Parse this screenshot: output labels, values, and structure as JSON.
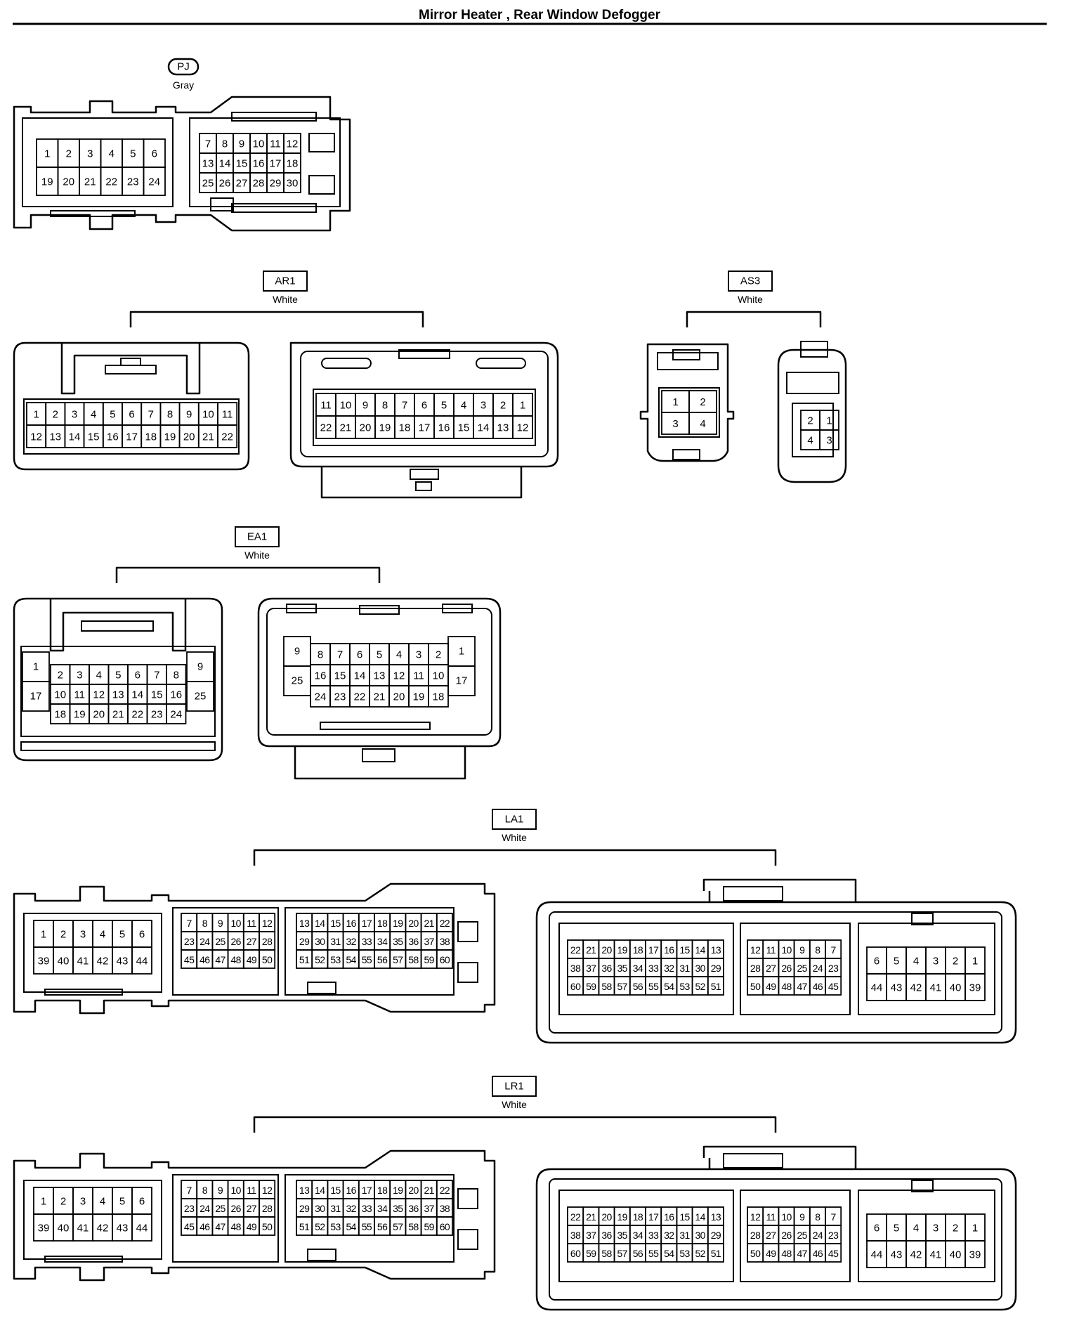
{
  "title": "Mirror Heater , Rear Window Defogger",
  "connectors": [
    {
      "code": "PJ",
      "color": "Gray"
    },
    {
      "code": "AR1",
      "color": "White"
    },
    {
      "code": "AS3",
      "color": "White"
    },
    {
      "code": "EA1",
      "color": "White"
    },
    {
      "code": "LA1",
      "color": "White"
    },
    {
      "code": "LR1",
      "color": "White"
    }
  ],
  "pin_layouts": {
    "PJ": {
      "left_block": [
        [
          "1",
          "2",
          "3",
          "4",
          "5",
          "6"
        ],
        [
          "19",
          "20",
          "21",
          "22",
          "23",
          "24"
        ]
      ],
      "right_block": [
        [
          "7",
          "8",
          "9",
          "10",
          "11",
          "12"
        ],
        [
          "13",
          "14",
          "15",
          "16",
          "17",
          "18"
        ],
        [
          "25",
          "26",
          "27",
          "28",
          "29",
          "30"
        ]
      ]
    },
    "AR1": {
      "male": [
        [
          "1",
          "2",
          "3",
          "4",
          "5",
          "6",
          "7",
          "8",
          "9",
          "10",
          "11"
        ],
        [
          "12",
          "13",
          "14",
          "15",
          "16",
          "17",
          "18",
          "19",
          "20",
          "21",
          "22"
        ]
      ],
      "female": [
        [
          "11",
          "10",
          "9",
          "8",
          "7",
          "6",
          "5",
          "4",
          "3",
          "2",
          "1"
        ],
        [
          "22",
          "21",
          "20",
          "19",
          "18",
          "17",
          "16",
          "15",
          "14",
          "13",
          "12"
        ]
      ]
    },
    "AS3": {
      "male": [
        [
          "1",
          "2"
        ],
        [
          "3",
          "4"
        ]
      ],
      "female": [
        [
          "2",
          "1"
        ],
        [
          "4",
          "3"
        ]
      ]
    },
    "EA1": {
      "male_left": [
        "1",
        "17"
      ],
      "male_grid": [
        [
          "2",
          "3",
          "4",
          "5",
          "6",
          "7",
          "8"
        ],
        [
          "10",
          "11",
          "12",
          "13",
          "14",
          "15",
          "16"
        ],
        [
          "18",
          "19",
          "20",
          "21",
          "22",
          "23",
          "24"
        ]
      ],
      "male_right": [
        "9",
        "25"
      ],
      "female_left": [
        "9",
        "25"
      ],
      "female_grid": [
        [
          "8",
          "7",
          "6",
          "5",
          "4",
          "3",
          "2"
        ],
        [
          "16",
          "15",
          "14",
          "13",
          "12",
          "11",
          "10"
        ],
        [
          "24",
          "23",
          "22",
          "21",
          "20",
          "19",
          "18"
        ]
      ],
      "female_right": [
        "1",
        "17"
      ]
    },
    "LA1": {
      "male_a": [
        [
          "1",
          "2",
          "3",
          "4",
          "5",
          "6"
        ],
        [
          "39",
          "40",
          "41",
          "42",
          "43",
          "44"
        ]
      ],
      "male_b": [
        [
          "7",
          "8",
          "9",
          "10",
          "11",
          "12"
        ],
        [
          "23",
          "24",
          "25",
          "26",
          "27",
          "28"
        ],
        [
          "45",
          "46",
          "47",
          "48",
          "49",
          "50"
        ]
      ],
      "male_c": [
        [
          "13",
          "14",
          "15",
          "16",
          "17",
          "18",
          "19",
          "20",
          "21",
          "22"
        ],
        [
          "29",
          "30",
          "31",
          "32",
          "33",
          "34",
          "35",
          "36",
          "37",
          "38"
        ],
        [
          "51",
          "52",
          "53",
          "54",
          "55",
          "56",
          "57",
          "58",
          "59",
          "60"
        ]
      ],
      "female_a": [
        [
          "22",
          "21",
          "20",
          "19",
          "18",
          "17",
          "16",
          "15",
          "14",
          "13"
        ],
        [
          "38",
          "37",
          "36",
          "35",
          "34",
          "33",
          "32",
          "31",
          "30",
          "29"
        ],
        [
          "60",
          "59",
          "58",
          "57",
          "56",
          "55",
          "54",
          "53",
          "52",
          "51"
        ]
      ],
      "female_b": [
        [
          "12",
          "11",
          "10",
          "9",
          "8",
          "7"
        ],
        [
          "28",
          "27",
          "26",
          "25",
          "24",
          "23"
        ],
        [
          "50",
          "49",
          "48",
          "47",
          "46",
          "45"
        ]
      ],
      "female_c": [
        [
          "6",
          "5",
          "4",
          "3",
          "2",
          "1"
        ],
        [
          "44",
          "43",
          "42",
          "41",
          "40",
          "39"
        ]
      ]
    },
    "LR1": {
      "male_a": [
        [
          "1",
          "2",
          "3",
          "4",
          "5",
          "6"
        ],
        [
          "39",
          "40",
          "41",
          "42",
          "43",
          "44"
        ]
      ],
      "male_b": [
        [
          "7",
          "8",
          "9",
          "10",
          "11",
          "12"
        ],
        [
          "23",
          "24",
          "25",
          "26",
          "27",
          "28"
        ],
        [
          "45",
          "46",
          "47",
          "48",
          "49",
          "50"
        ]
      ],
      "male_c": [
        [
          "13",
          "14",
          "15",
          "16",
          "17",
          "18",
          "19",
          "20",
          "21",
          "22"
        ],
        [
          "29",
          "30",
          "31",
          "32",
          "33",
          "34",
          "35",
          "36",
          "37",
          "38"
        ],
        [
          "51",
          "52",
          "53",
          "54",
          "55",
          "56",
          "57",
          "58",
          "59",
          "60"
        ]
      ],
      "female_a": [
        [
          "22",
          "21",
          "20",
          "19",
          "18",
          "17",
          "16",
          "15",
          "14",
          "13"
        ],
        [
          "38",
          "37",
          "36",
          "35",
          "34",
          "33",
          "32",
          "31",
          "30",
          "29"
        ],
        [
          "60",
          "59",
          "58",
          "57",
          "56",
          "55",
          "54",
          "53",
          "52",
          "51"
        ]
      ],
      "female_b": [
        [
          "12",
          "11",
          "10",
          "9",
          "8",
          "7"
        ],
        [
          "28",
          "27",
          "26",
          "25",
          "24",
          "23"
        ],
        [
          "50",
          "49",
          "48",
          "47",
          "46",
          "45"
        ]
      ],
      "female_c": [
        [
          "6",
          "5",
          "4",
          "3",
          "2",
          "1"
        ],
        [
          "44",
          "43",
          "42",
          "41",
          "40",
          "39"
        ]
      ]
    }
  }
}
